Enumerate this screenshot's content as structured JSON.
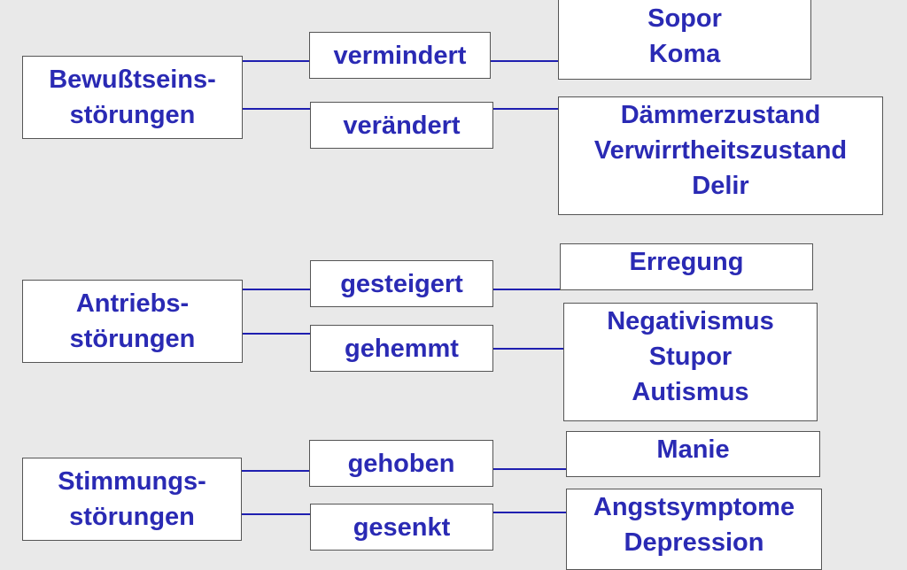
{
  "colors": {
    "background": "#e9e9e9",
    "box_fill": "#ffffff",
    "box_border": "#555555",
    "text": "#2a2ab4",
    "connector": "#1f1fb0"
  },
  "groups": [
    {
      "id": "bewusstsein",
      "category": [
        "Bewußtseins-",
        "störungen"
      ],
      "branches": [
        {
          "label": "vermindert",
          "outcomes": [
            "Sopor",
            "Koma"
          ]
        },
        {
          "label": "verändert",
          "outcomes": [
            "Dämmerzustand",
            "Verwirrtheitszustand",
            "Delir"
          ]
        }
      ]
    },
    {
      "id": "antrieb",
      "category": [
        "Antriebs-",
        "störungen"
      ],
      "branches": [
        {
          "label": "gesteigert",
          "outcomes": [
            "Erregung"
          ]
        },
        {
          "label": "gehemmt",
          "outcomes": [
            "Negativismus",
            "Stupor",
            "Autismus"
          ]
        }
      ]
    },
    {
      "id": "stimmung",
      "category": [
        "Stimmungs-",
        "störungen"
      ],
      "branches": [
        {
          "label": "gehoben",
          "outcomes": [
            "Manie"
          ]
        },
        {
          "label": "gesenkt",
          "outcomes": [
            "Angstsymptome",
            "Depression"
          ]
        }
      ]
    }
  ]
}
